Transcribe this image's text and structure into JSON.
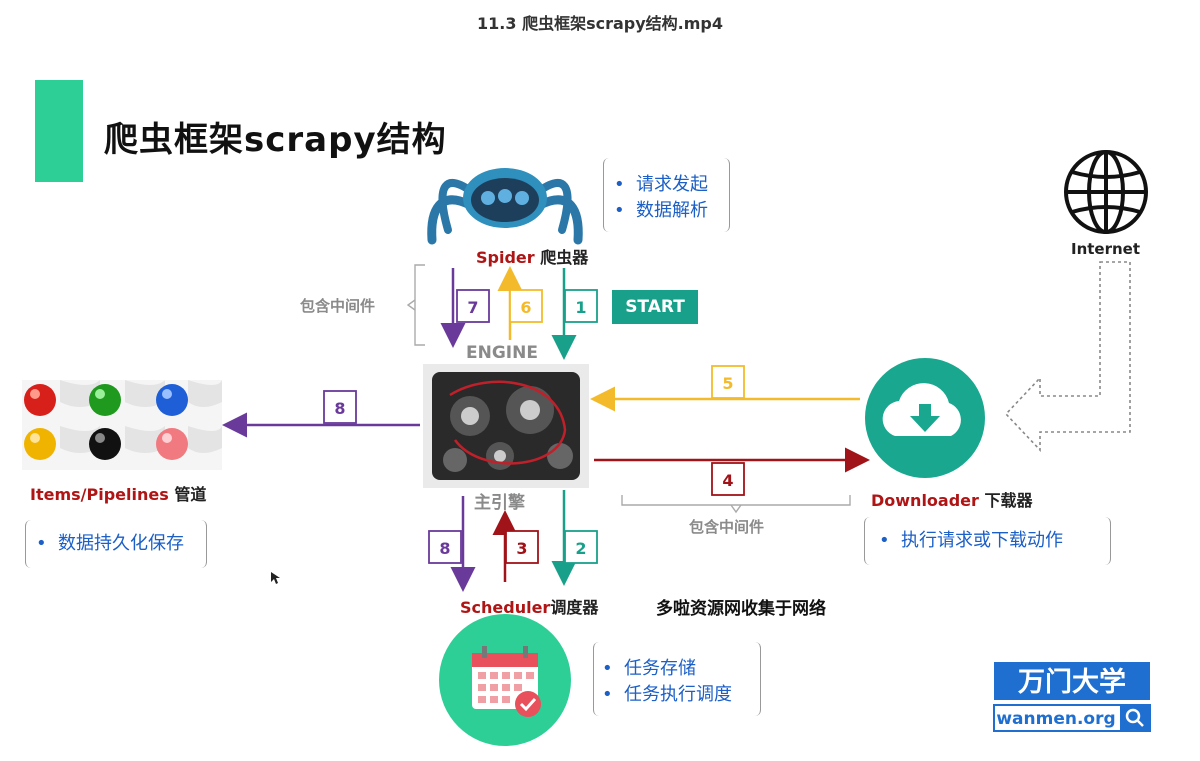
{
  "video_title": "11.3 爬虫框架scrapy结构.mp4",
  "slide_title": "爬虫框架scrapy结构",
  "spider": {
    "name": "Spider",
    "cn": "爬虫器",
    "bullets": [
      "请求发起",
      "数据解析"
    ]
  },
  "engine": {
    "name": "ENGINE",
    "cn": "主引擎"
  },
  "internet": {
    "label": "Internet"
  },
  "downloader": {
    "name": "Downloader",
    "cn": "下载器",
    "bullets": [
      "执行请求或下载动作"
    ]
  },
  "pipelines": {
    "name": "Items/Pipelines",
    "cn": "管道",
    "bullets": [
      "数据持久化保存"
    ]
  },
  "scheduler": {
    "name": "Scheduler",
    "cn": "调度器",
    "bullets": [
      "任务存储",
      "任务执行调度"
    ]
  },
  "middleware_label_top": "包含中间件",
  "middleware_label_bottom": "包含中间件",
  "start_label": "START",
  "caption": "多啦资源网收集于网络",
  "steps": [
    "1",
    "2",
    "3",
    "4",
    "5",
    "6",
    "7",
    "8",
    "8"
  ],
  "logo": {
    "cn": "万门大学",
    "url": "wanmen.org"
  },
  "colors": {
    "green": "#19a08a",
    "yellow": "#f3bb2b",
    "red": "#a01318",
    "purple": "#6a3a9a",
    "accent": "#2ecf97",
    "blue_text": "#1b5fc7"
  }
}
